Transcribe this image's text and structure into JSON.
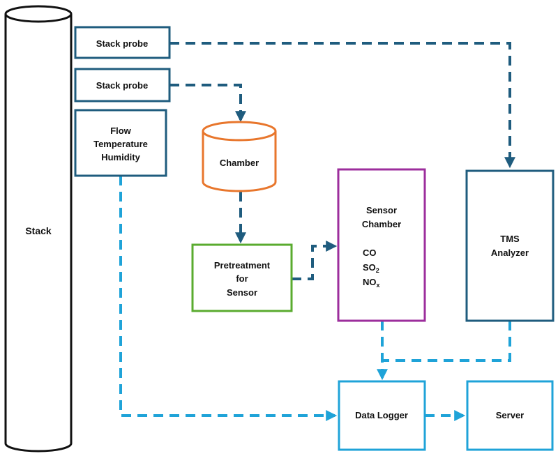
{
  "stack": {
    "label": "Stack"
  },
  "probes": [
    {
      "label": "Stack probe"
    },
    {
      "label": "Stack probe"
    }
  ],
  "flow_box": {
    "lines": [
      "Flow",
      "Temperature",
      "Humidity"
    ]
  },
  "chamber": {
    "label": "Chamber"
  },
  "pretreatment": {
    "lines": [
      "Pretreatment",
      "for",
      "Sensor"
    ]
  },
  "sensor_chamber": {
    "title_lines": [
      "Sensor",
      "Chamber"
    ],
    "gases": [
      {
        "base": "CO",
        "sub": ""
      },
      {
        "base": "SO",
        "sub": "2"
      },
      {
        "base": "NO",
        "sub": "x"
      }
    ]
  },
  "tms": {
    "lines": [
      "TMS",
      "Analyzer"
    ]
  },
  "data_logger": {
    "label": "Data Logger"
  },
  "server": {
    "label": "Server"
  },
  "colors": {
    "dark_blue": "#1f5c7e",
    "light_blue": "#1fa3d8",
    "orange": "#e8762c",
    "green": "#5aab2f",
    "purple": "#9c2e9c",
    "black": "#111111"
  }
}
